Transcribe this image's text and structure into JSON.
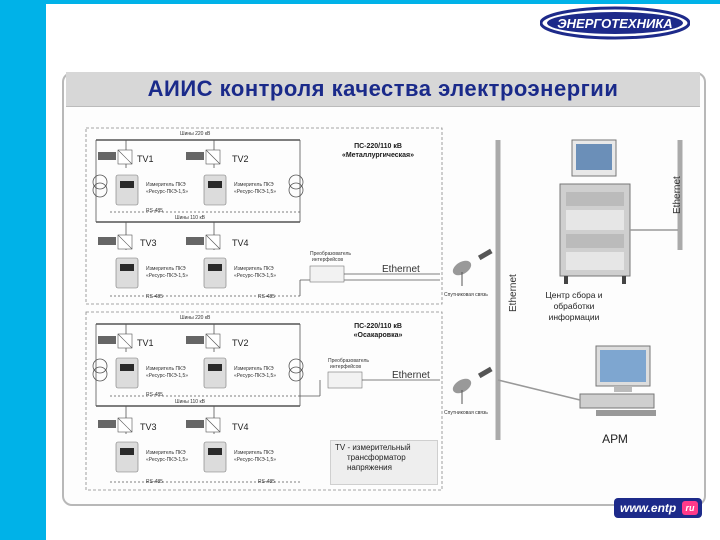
{
  "header": {
    "logo_text": "ЭНЕРГОТЕХНИКА",
    "title": "АИИС контроля качества электроэнергии"
  },
  "substation1": {
    "name_line1": "ПС-220/110 кВ",
    "name_line2": "«Металлургическая»",
    "bus220": "Шины 220 кВ",
    "bus110": "Шины 110 кВ",
    "tv1": "TV1",
    "tv2": "TV2",
    "tv3": "TV3",
    "tv4": "TV4",
    "meter_l1": "Измеритель ПКЭ",
    "meter_l2": "«Ресурс-ПКЭ-1,5»",
    "rs485": "RS-485",
    "converter_l1": "Преобразователь",
    "converter_l2": "интерфейсов",
    "ethernet": "Ethernet",
    "satellite": "Спутниковая связь"
  },
  "substation2": {
    "name_line1": "ПС-220/110 кВ",
    "name_line2": "«Осакаровка»",
    "bus220": "Шины 220 кВ",
    "bus110": "Шины 110 кВ",
    "tv1": "TV1",
    "tv2": "TV2",
    "tv3": "TV3",
    "tv4": "TV4",
    "meter_l1": "Измеритель ПКЭ",
    "meter_l2": "«Ресурс-ПКЭ-1,5»",
    "rs485": "RS-485",
    "converter_l1": "Преобразователь",
    "converter_l2": "интерфейсов",
    "ethernet": "Ethernet",
    "satellite": "Спутниковая связь"
  },
  "legend": {
    "line1": "TV - измерительный",
    "line2": "трансформатор",
    "line3": "напряжения"
  },
  "center": {
    "ethernet_vertical": "Ethernet",
    "ethernet_right": "Ethernet",
    "label_line1": "Центр сбора и обработки",
    "label_line2": "информации",
    "arm": "АРМ"
  },
  "footer": {
    "url": "www.entp",
    "tld": "ru"
  },
  "colors": {
    "accent": "#00b2e8",
    "title": "#1a2a8a",
    "url_bg": "#1d2a8a",
    "tld_bg": "#ff3a8a"
  }
}
